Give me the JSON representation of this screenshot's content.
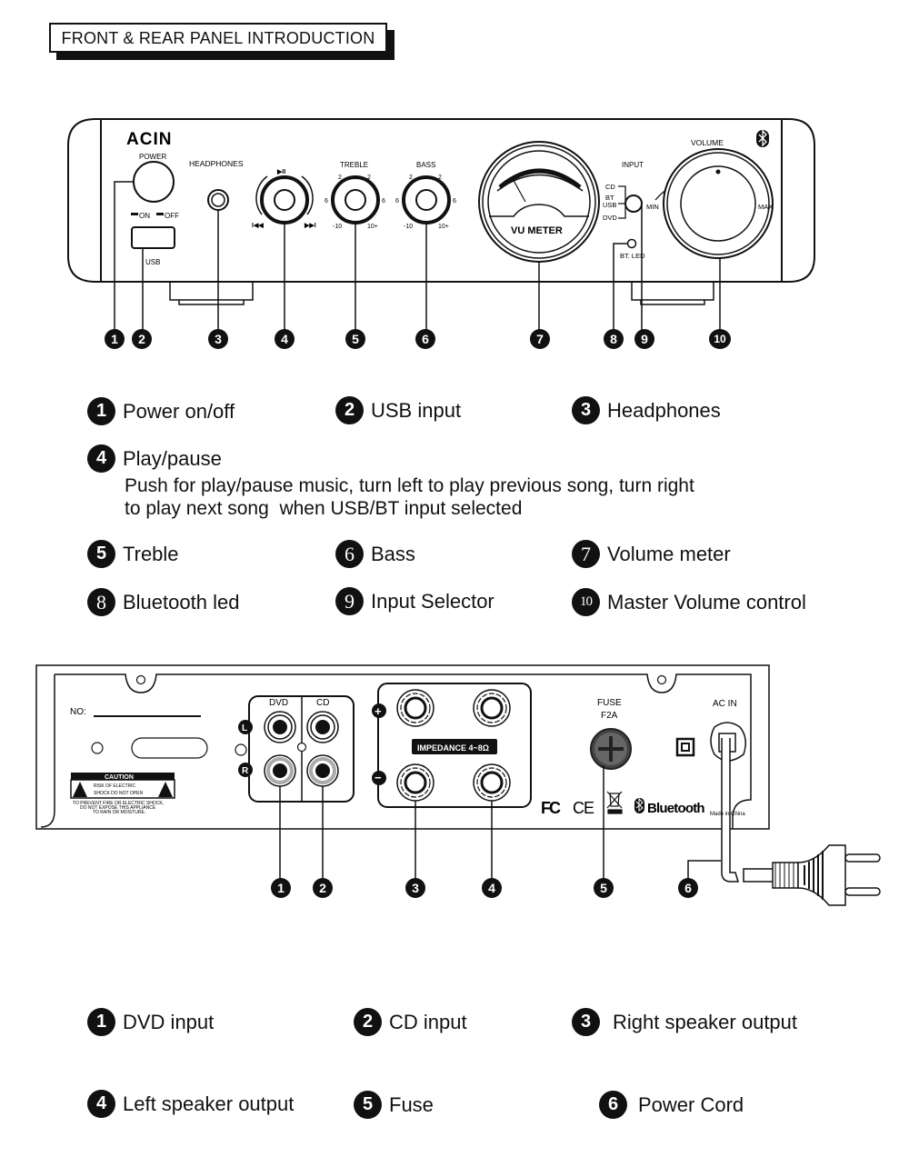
{
  "header": {
    "title": "FRONT & REAR PANEL INTRODUCTION"
  },
  "front_panel": {
    "brand": "ACIN",
    "power_label": "POWER",
    "on_label": "ON",
    "off_label": "OFF",
    "usb_label": "USB",
    "headphones_label": "HEADPHONES",
    "play_pause_glyph": "▶II",
    "prev_glyph": "I◀◀",
    "next_glyph": "▶▶I",
    "treble_label": "TREBLE",
    "bass_label": "BASS",
    "knob_scale": {
      "top": "2",
      "mid": "6",
      "min": "-10",
      "max": "10+"
    },
    "vu_label": "VU METER",
    "input_label": "INPUT",
    "input_options": [
      "CD",
      "BT",
      "USB",
      "DVD"
    ],
    "bt_led_label": "BT. LED",
    "volume_label": "VOLUME",
    "min_label": "MIN",
    "max_label": "MAX",
    "bluetooth_icon": "bluetooth-icon",
    "callouts": [
      "1",
      "2",
      "3",
      "4",
      "5",
      "6",
      "7",
      "8",
      "9",
      "10"
    ]
  },
  "front_legend": [
    {
      "num": "1",
      "label": "Power on/off"
    },
    {
      "num": "2",
      "label": "USB input"
    },
    {
      "num": "3",
      "label": "Headphones"
    },
    {
      "num": "4",
      "label": "Play/pause",
      "description": [
        "Push for play/pause music, turn left to play previous song, turn right",
        "to play next song  when USB/BT input selected"
      ]
    },
    {
      "num": "5",
      "label": "Treble"
    },
    {
      "num": "6",
      "label": "Bass"
    },
    {
      "num": "7",
      "label": "Volume meter"
    },
    {
      "num": "8",
      "label": "Bluetooth led"
    },
    {
      "num": "9",
      "label": "Input Selector"
    },
    {
      "num": "10",
      "label": "Master Volume control"
    }
  ],
  "rear_panel": {
    "no_label": "NO:",
    "caution_title": "CAUTION",
    "caution_line1": "RISK OF ELECTRIC",
    "caution_line2": "SHOCK DO NOT OPEN",
    "warning_lines": [
      "TO PREVENT FIRE OR ELECTRIC SHOCK,",
      "DO NOT EXPOSE THIS APPLIANCE",
      "TO RAIN OR MOISTURE."
    ],
    "dvd_label": "DVD",
    "cd_label": "CD",
    "left_label": "L",
    "right_label": "R",
    "plus_label": "+",
    "minus_label": "−",
    "impedance_label": "IMPEDANCE 4~8Ω",
    "fuse_label": "FUSE",
    "fuse_rating": "F2A",
    "ac_in_label": "AC IN",
    "fcc_label": "FC",
    "ce_label": "CE",
    "bluetooth_label": "Bluetooth",
    "made_in": "Made in China",
    "callouts": [
      "1",
      "2",
      "3",
      "4",
      "5",
      "6"
    ]
  },
  "rear_legend": [
    {
      "num": "1",
      "label": "DVD input"
    },
    {
      "num": "2",
      "label": "CD input"
    },
    {
      "num": "3",
      "label": "Right speaker output"
    },
    {
      "num": "4",
      "label": "Left speaker output"
    },
    {
      "num": "5",
      "label": "Fuse"
    },
    {
      "num": "6",
      "label": "Power Cord"
    }
  ]
}
